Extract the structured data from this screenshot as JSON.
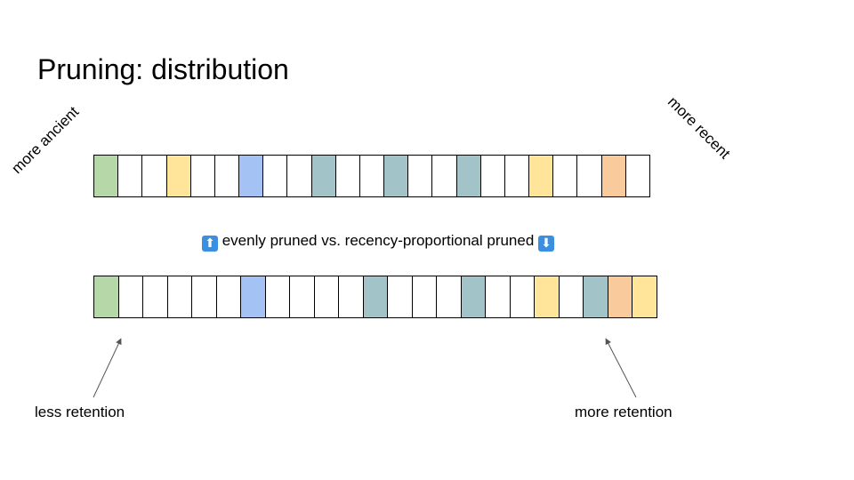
{
  "title": "Pruning: distribution",
  "labels": {
    "ancient": "more ancient",
    "recent": "more recent",
    "less_retention": "less retention",
    "more_retention": "more retention"
  },
  "middle": {
    "up_icon": "⬆",
    "text": "evenly pruned vs. recency-proportional pruned",
    "down_icon": "⬇"
  },
  "colors": {
    "empty": "#ffffff",
    "green": "#b6d7a8",
    "yellow": "#ffe599",
    "blue": "#a4c2f4",
    "teal": "#a2c4c9",
    "orange": "#f9cb9c",
    "icon_blue": "#3b8fe0"
  },
  "strips": {
    "evenly_pruned": [
      "green",
      "empty",
      "empty",
      "yellow",
      "empty",
      "empty",
      "blue",
      "empty",
      "empty",
      "teal",
      "empty",
      "empty",
      "teal",
      "empty",
      "empty",
      "teal",
      "empty",
      "empty",
      "yellow",
      "empty",
      "empty",
      "orange",
      "empty"
    ],
    "recency_proportional": [
      "green",
      "empty",
      "empty",
      "empty",
      "empty",
      "empty",
      "blue",
      "empty",
      "empty",
      "empty",
      "empty",
      "teal",
      "empty",
      "empty",
      "empty",
      "teal",
      "empty",
      "empty",
      "yellow",
      "empty",
      "teal",
      "orange",
      "yellow"
    ]
  }
}
